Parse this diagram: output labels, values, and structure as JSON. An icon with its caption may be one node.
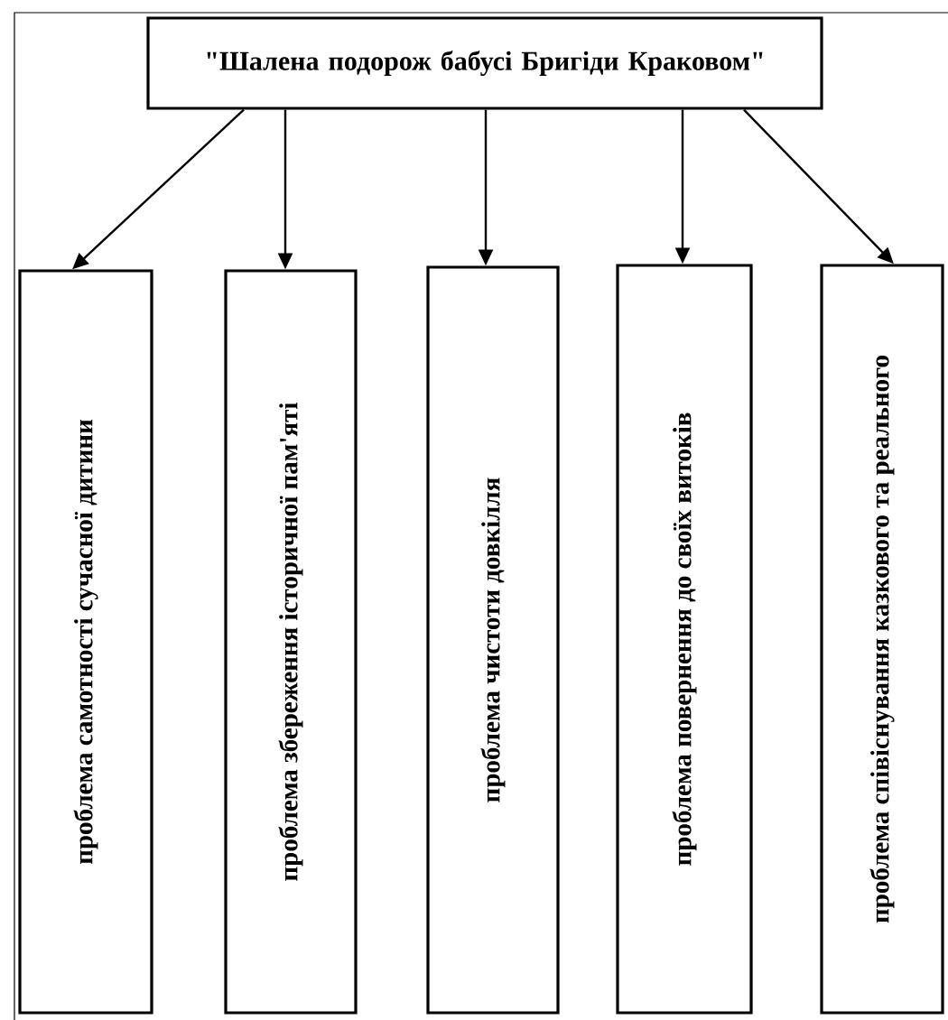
{
  "diagram": {
    "nodes": [
      {
        "text": [
          "\"Шалена подорож бабусі Бригіди Краковом\""
        ]
      },
      {
        "text": [
          "проблема самотності сучасної дитини"
        ]
      },
      {
        "text": [
          "проблема збереження історичної пам'яті"
        ]
      },
      {
        "text": [
          "проблема чистоти довкілля"
        ]
      },
      {
        "text": [
          "проблема повернення до своїх витоків"
        ]
      },
      {
        "text": [
          "проблема співіснування казкового та реального"
        ]
      }
    ],
    "edges": [
      {
        "from": 0,
        "to": 1,
        "arrow": "to"
      },
      {
        "from": 0,
        "to": 2,
        "arrow": "to"
      },
      {
        "from": 0,
        "to": 3,
        "arrow": "to"
      },
      {
        "from": 0,
        "to": 4,
        "arrow": "to"
      },
      {
        "from": 0,
        "to": 5,
        "arrow": "to"
      }
    ]
  }
}
